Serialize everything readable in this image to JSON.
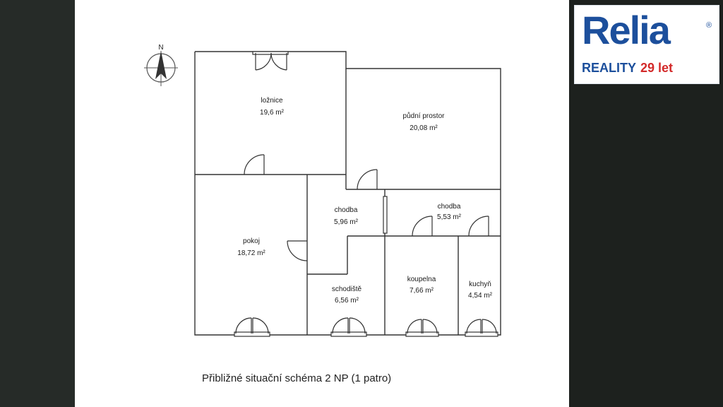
{
  "logo": {
    "wordmark": "Relia",
    "registered_mark": "®",
    "subtitle": "REALITY",
    "years": "29 let"
  },
  "compass": {
    "north_label": "N"
  },
  "rooms": [
    {
      "id": "loznice",
      "name": "ložnice",
      "area": "19,6 m²"
    },
    {
      "id": "pudni-prostor",
      "name": "půdní prostor",
      "area": "20,08 m²"
    },
    {
      "id": "chodba-1",
      "name": "chodba",
      "area": "5,96 m²"
    },
    {
      "id": "chodba-2",
      "name": "chodba",
      "area": "5,53 m²"
    },
    {
      "id": "pokoj",
      "name": "pokoj",
      "area": "18,72 m²"
    },
    {
      "id": "schodiste",
      "name": "schodiště",
      "area": "6,56 m²"
    },
    {
      "id": "koupelna",
      "name": "koupelna",
      "area": "7,66 m²"
    },
    {
      "id": "kuchyn",
      "name": "kuchyň",
      "area": "4,54 m²"
    }
  ],
  "caption": "Přibližné situační schéma 2 NP (1 patro)"
}
